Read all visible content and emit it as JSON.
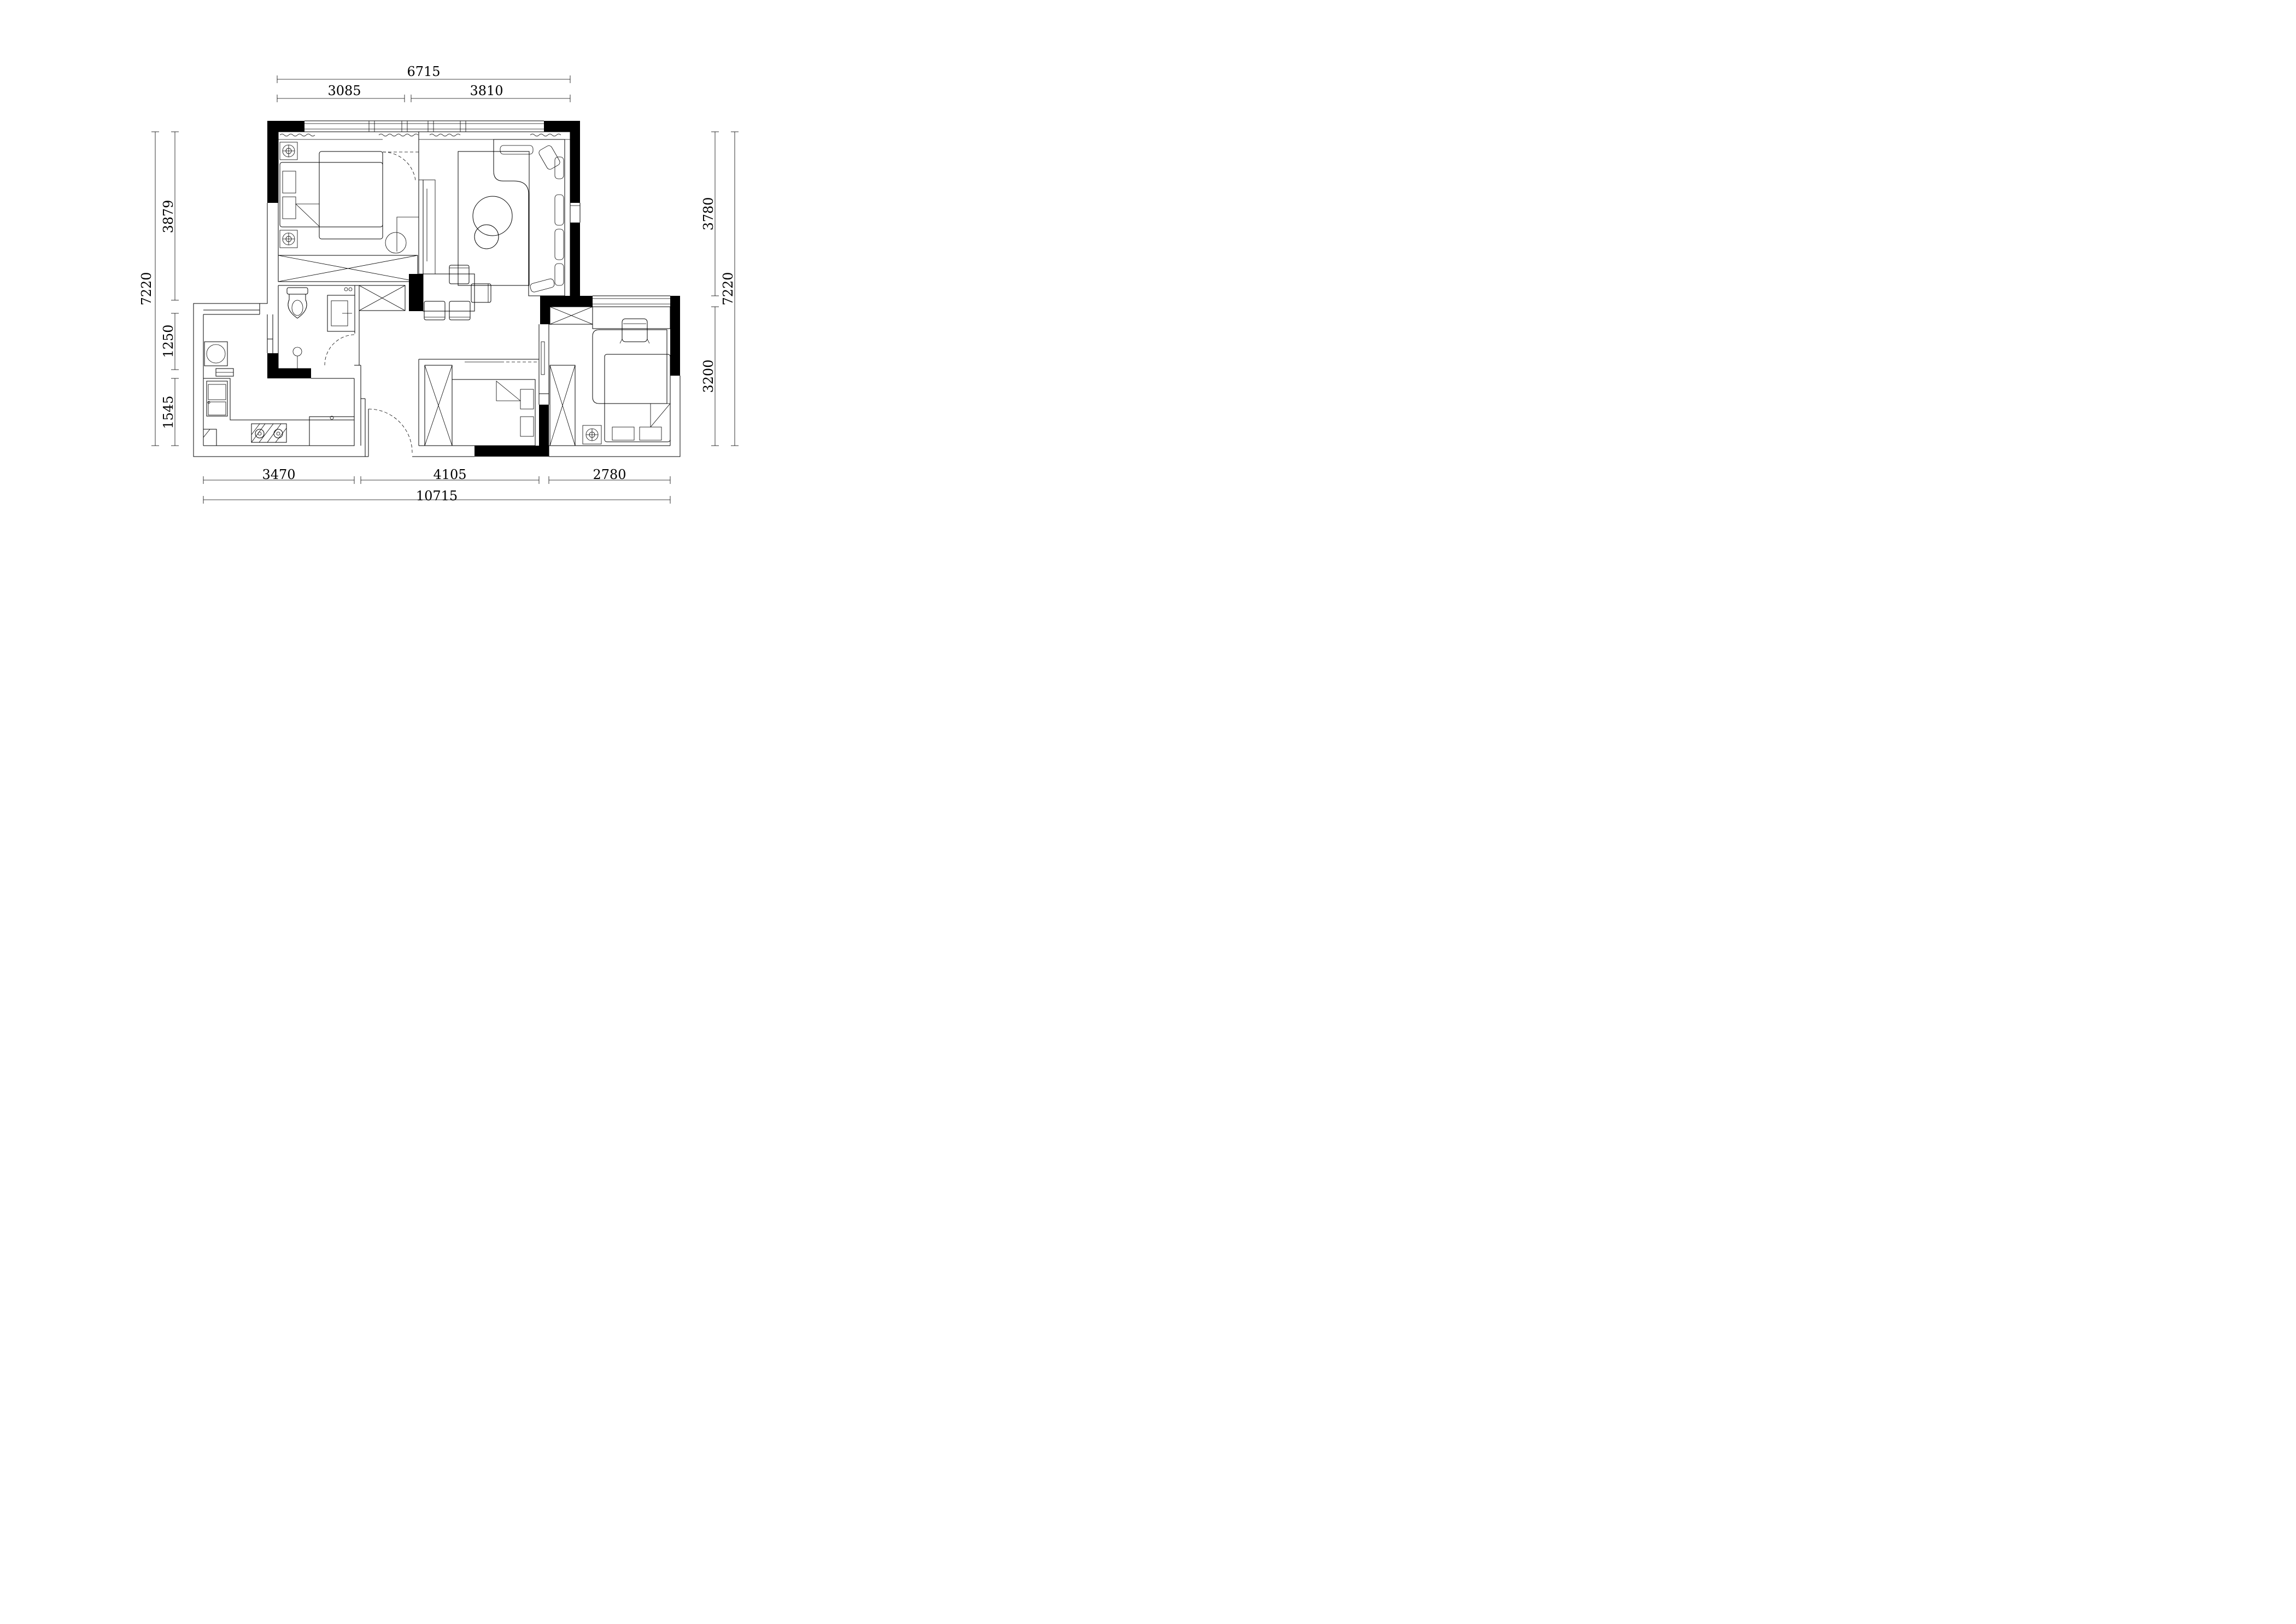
{
  "dimensions": {
    "top": {
      "total": "6715",
      "segments": [
        "3085",
        "3810"
      ]
    },
    "bottom": {
      "total": "10715",
      "segments": [
        "3470",
        "4105",
        "2780"
      ]
    },
    "left": {
      "total": "7220",
      "segments": [
        "3879",
        "1250",
        "1545"
      ]
    },
    "right": {
      "total": "7220",
      "segments": [
        "3780",
        "3200"
      ]
    }
  },
  "colors": {
    "line": "#000000",
    "background": "#ffffff",
    "wall_fill": "#000000"
  },
  "icons": [
    "floor-drain-icon",
    "toilet-icon",
    "sink-icon",
    "washing-machine-icon",
    "cooktop-icon",
    "bed-icon",
    "sofa-icon",
    "chair-icon",
    "desk-chair-icon",
    "door-swing-icon"
  ]
}
